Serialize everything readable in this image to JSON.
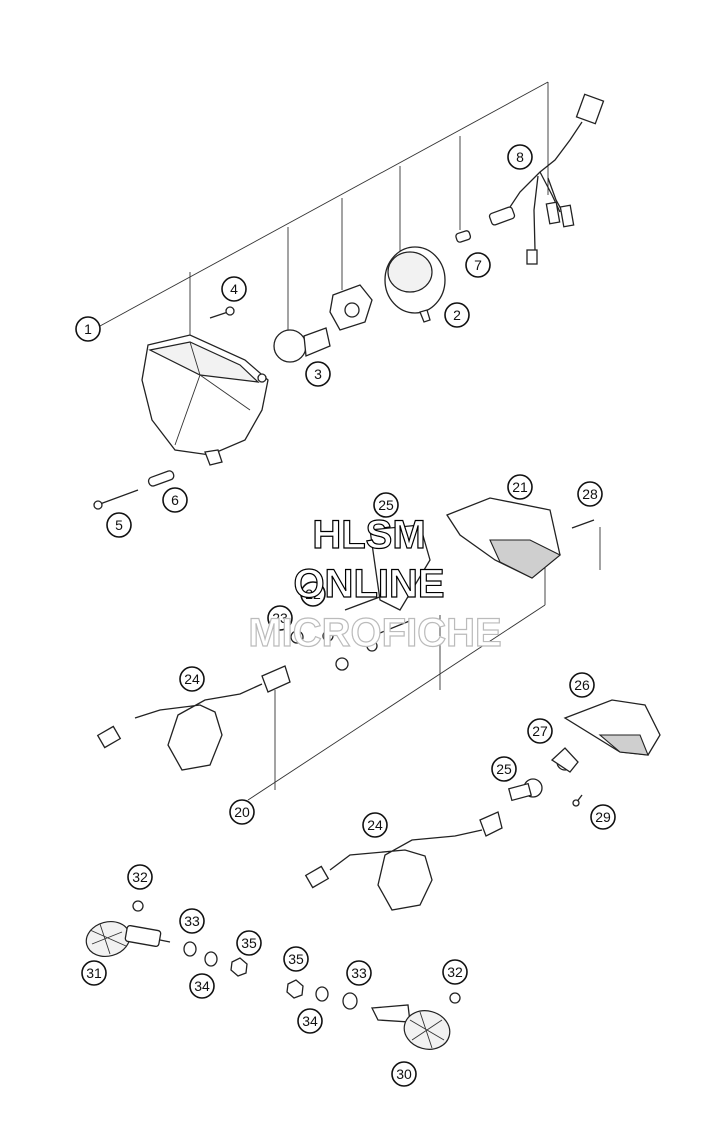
{
  "watermark": {
    "line1": "HLSM",
    "line2": "ONLINE",
    "line3": "MICROFICHE"
  },
  "callouts": {
    "c1": "1",
    "c2": "2",
    "c3": "3",
    "c4": "4",
    "c5": "5",
    "c6": "6",
    "c7": "7",
    "c8": "8",
    "c20": "20",
    "c21": "21",
    "c22": "22",
    "c23": "23",
    "c24a": "24",
    "c24b": "24",
    "c25a": "25",
    "c25b": "25",
    "c26": "26",
    "c27": "27",
    "c28": "28",
    "c29": "29",
    "c30": "30",
    "c31": "31",
    "c32a": "32",
    "c32b": "32",
    "c33a": "33",
    "c33b": "33",
    "c34a": "34",
    "c34b": "34",
    "c35a": "35",
    "c35b": "35"
  }
}
